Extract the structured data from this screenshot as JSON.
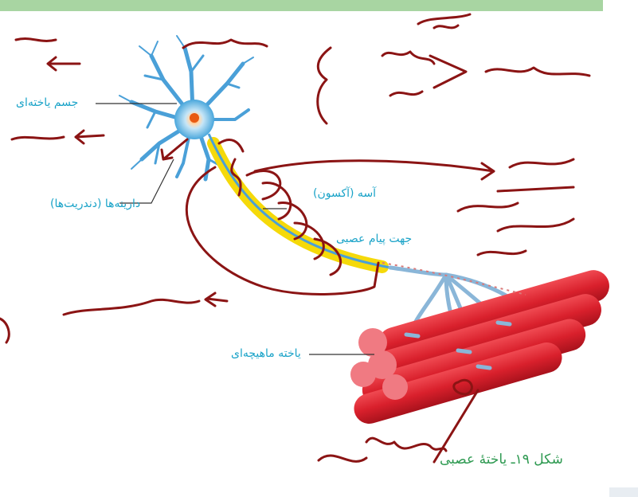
{
  "labels": {
    "cell_body": "جسم یاخته‌ای",
    "dendrites": "دارینه‌ها (دندریت‌ها)",
    "axon": "آسه (آکسون)",
    "signal_direction": "جهت پیام عصبی",
    "muscle_cell": "یاخته ماهیچه‌ای"
  },
  "caption": "شکل ۱۹ـ یاختهٔ عصبی",
  "colors": {
    "label": "#1aa3c8",
    "caption": "#2f9a52",
    "ink": "#8b1414",
    "header_band": "#a8d5a2",
    "myelin": "#f5d90a",
    "muscle": "#d9202c"
  }
}
